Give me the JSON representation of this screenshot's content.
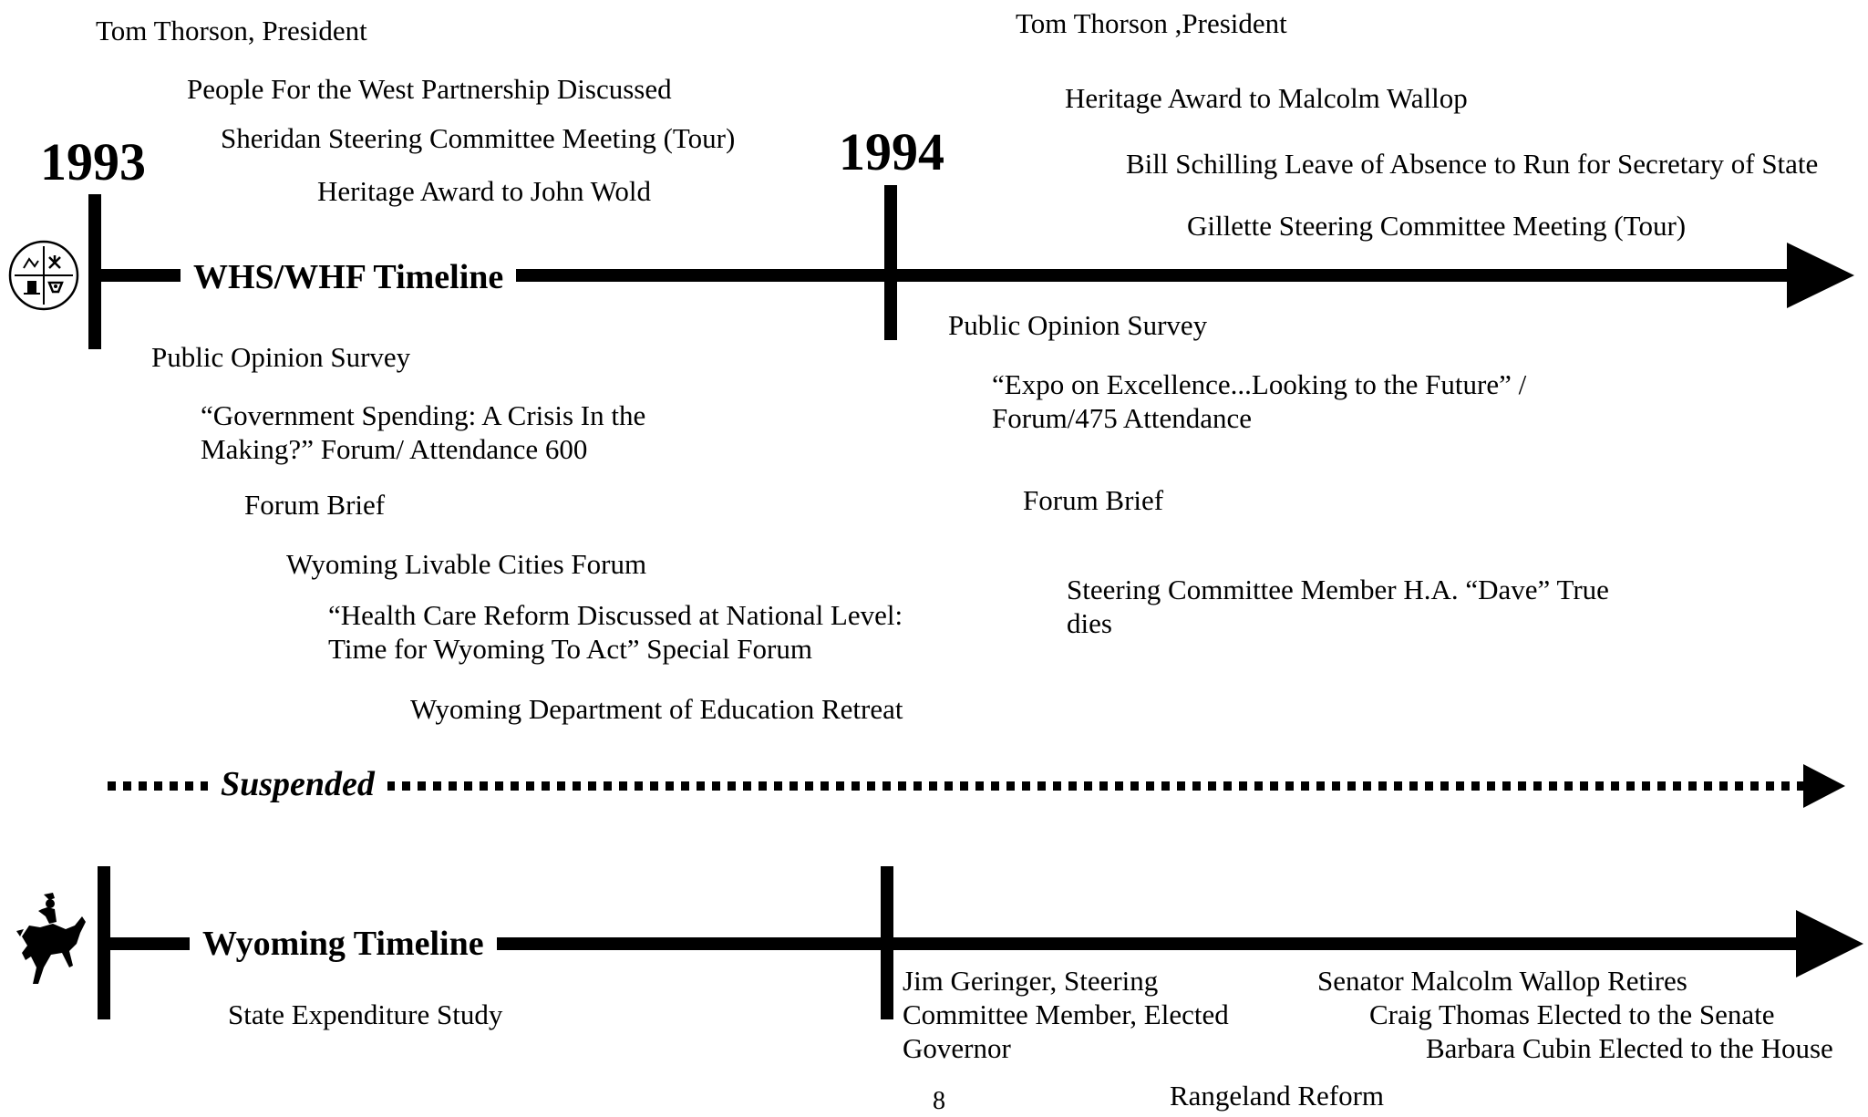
{
  "whs_timeline": {
    "title": "WHS/WHF Timeline",
    "year_1993": "1993",
    "year_1994": "1994",
    "above_1993": [
      "Tom Thorson, President",
      "People For the West Partnership Discussed",
      "Sheridan Steering Committee Meeting (Tour)",
      "Heritage Award to John Wold"
    ],
    "below_1993": [
      "Public Opinion Survey",
      "“Government Spending:  A Crisis In the Making?” Forum/ Attendance 600",
      "Forum Brief",
      "Wyoming Livable Cities Forum",
      "“Health Care Reform Discussed at National Level: Time for Wyoming To Act” Special Forum",
      "Wyoming Department of Education Retreat"
    ],
    "above_1994": [
      "Tom Thorson ,President",
      "Heritage Award to Malcolm Wallop",
      "Bill Schilling Leave of Absence to Run for Secretary of State",
      "Gillette Steering Committee Meeting (Tour)"
    ],
    "below_1994": [
      "Public Opinion Survey",
      "“Expo on Excellence...Looking to the Future” / Forum/475 Attendance",
      "Forum Brief",
      "Steering Committee Member H.A. “Dave” True dies"
    ]
  },
  "suspended_label": "Suspended",
  "wyoming_timeline": {
    "title": "Wyoming Timeline",
    "below_1993": [
      "State Expenditure Study"
    ],
    "below_1994": [
      "Jim Geringer, Steering Committee  Member, Elected Governor",
      "Senator Malcolm Wallop Retires",
      "Craig Thomas Elected to the Senate",
      "Barbara Cubin Elected to the House",
      "Rangeland Reform"
    ]
  },
  "page_number": "8",
  "icons": {
    "whs_logo": "whs-seal-icon",
    "wyoming_logo": "bucking-horse-rider-icon"
  },
  "colors": {
    "line": "#000000",
    "background": "#ffffff"
  }
}
